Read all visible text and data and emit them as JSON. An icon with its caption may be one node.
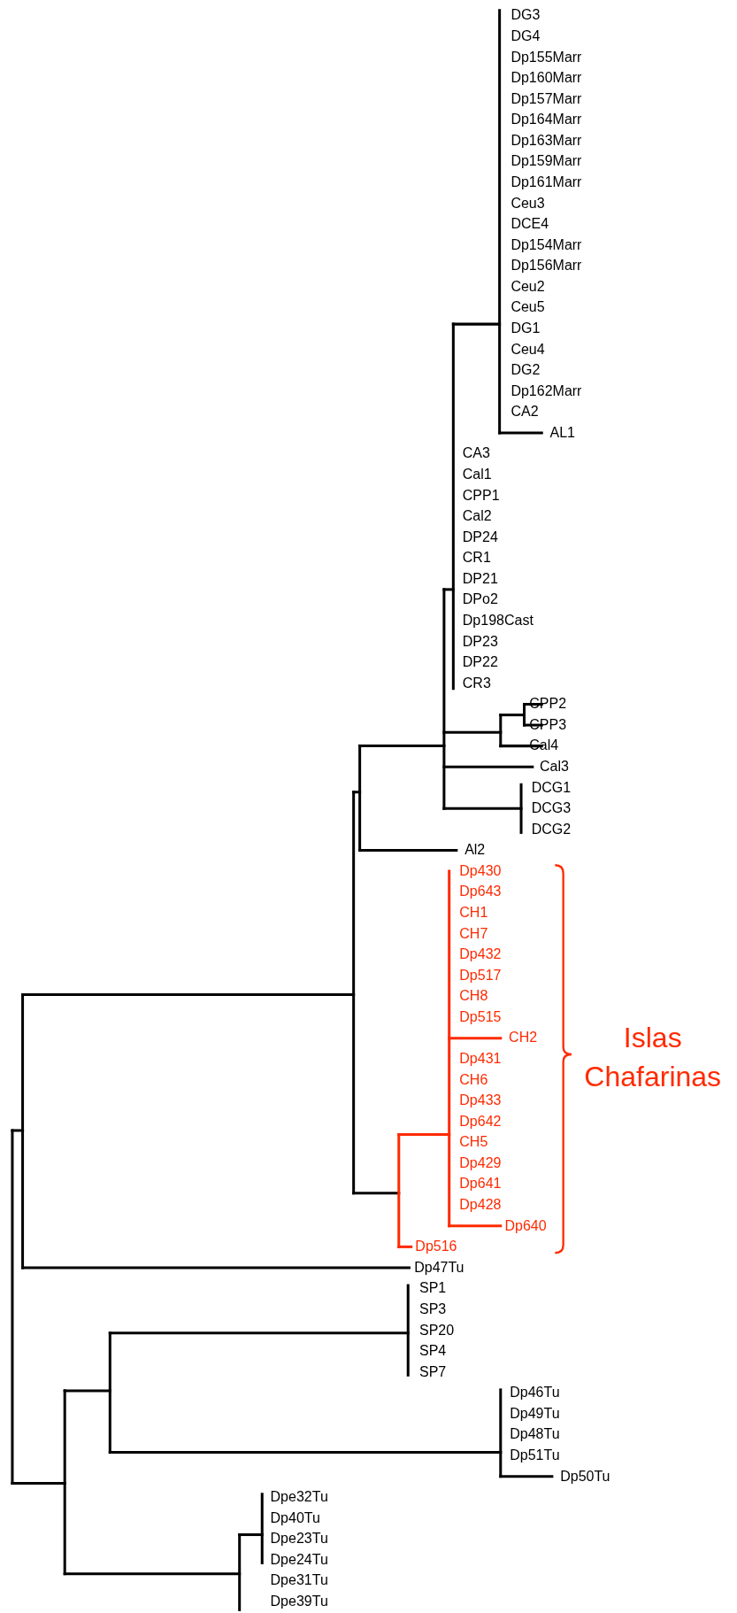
{
  "diagram": {
    "labels": [
      "DG3",
      "DG4",
      "Dp155Marr",
      "Dp160Marr",
      "Dp157Marr",
      "Dp164Marr",
      "Dp163Marr",
      "Dp159Marr",
      "Dp161Marr",
      "Ceu3",
      "DCE4",
      "Dp154Marr",
      "Dp156Marr",
      "Ceu2",
      "Ceu5",
      "DG1",
      "Ceu4",
      "DG2",
      "Dp162Marr",
      "CA2",
      "AL1",
      "CA3",
      "Cal1",
      "CPP1",
      "Cal2",
      "DP24",
      "CR1",
      "DP21",
      "DPo2",
      "Dp198Cast",
      "DP23",
      "DP22",
      "CR3",
      "CPP2",
      "CPP3",
      "Cal4",
      "Cal3",
      "DCG1",
      "DCG3",
      "DCG2",
      "Al2",
      "Dp430",
      "Dp643",
      "CH1",
      "CH7",
      "Dp432",
      "Dp517",
      "CH8",
      "Dp515",
      "CH2",
      "Dp431",
      "CH6",
      "Dp433",
      "Dp642",
      "CH5",
      "Dp429",
      "Dp641",
      "Dp428",
      "Dp640",
      "Dp516",
      "Dp47Tu",
      "SP1",
      "SP3",
      "SP20",
      "SP4",
      "SP7",
      "Dp46Tu",
      "Dp49Tu",
      "Dp48Tu",
      "Dp51Tu",
      "Dp50Tu",
      "Dpe32Tu",
      "Dp40Tu",
      "Dpe23Tu",
      "Dpe24Tu",
      "Dpe31Tu",
      "Dpe39Tu",
      "Islas Chafarinas"
    ]
  }
}
